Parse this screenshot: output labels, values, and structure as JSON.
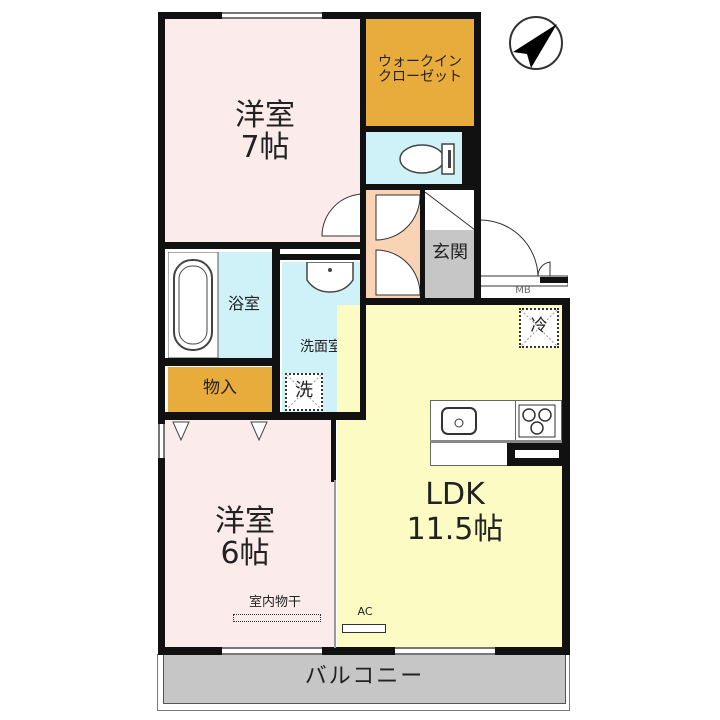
{
  "floorplan": {
    "rooms": {
      "western_room_7": {
        "name": "洋室",
        "size": "7帖",
        "color": "#fcebeb"
      },
      "walk_in_closet": {
        "line1": "ウォークイン",
        "line2": "クローゼット",
        "color": "#e8ac3c"
      },
      "toilet": {
        "color": "#cff2f8"
      },
      "hallway": {
        "color": "#f8d3b4"
      },
      "entrance": {
        "name": "玄関",
        "color": "#c6c6c6"
      },
      "bathroom": {
        "name": "浴室",
        "color": "#cff2f8"
      },
      "washroom": {
        "name": "洗面室",
        "washer": "洗",
        "color": "#cff2f8"
      },
      "storage": {
        "name": "物入",
        "color": "#e8ac3c"
      },
      "western_room_6": {
        "name": "洋室",
        "size": "6帖",
        "indoor_drying": "室内物干",
        "color": "#fcebeb"
      },
      "ldk": {
        "name": "LDK",
        "size": "11.5帖",
        "fridge": "冷",
        "ac": "AC",
        "color": "#fcfbc3"
      },
      "balcony": {
        "name": "バルコニー",
        "color": "#c6c6c6"
      }
    },
    "meter_box": "MB",
    "compass": "north-arrow"
  }
}
